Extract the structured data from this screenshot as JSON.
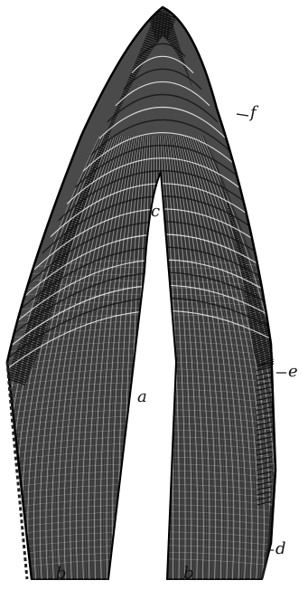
{
  "figure": {
    "colors": {
      "ink": "#111111",
      "paper": "#ffffff"
    },
    "labels": {
      "f": "f",
      "c": "c",
      "a": "a",
      "e": "e",
      "d": "d",
      "b_left": "b",
      "b_right": "b"
    }
  }
}
